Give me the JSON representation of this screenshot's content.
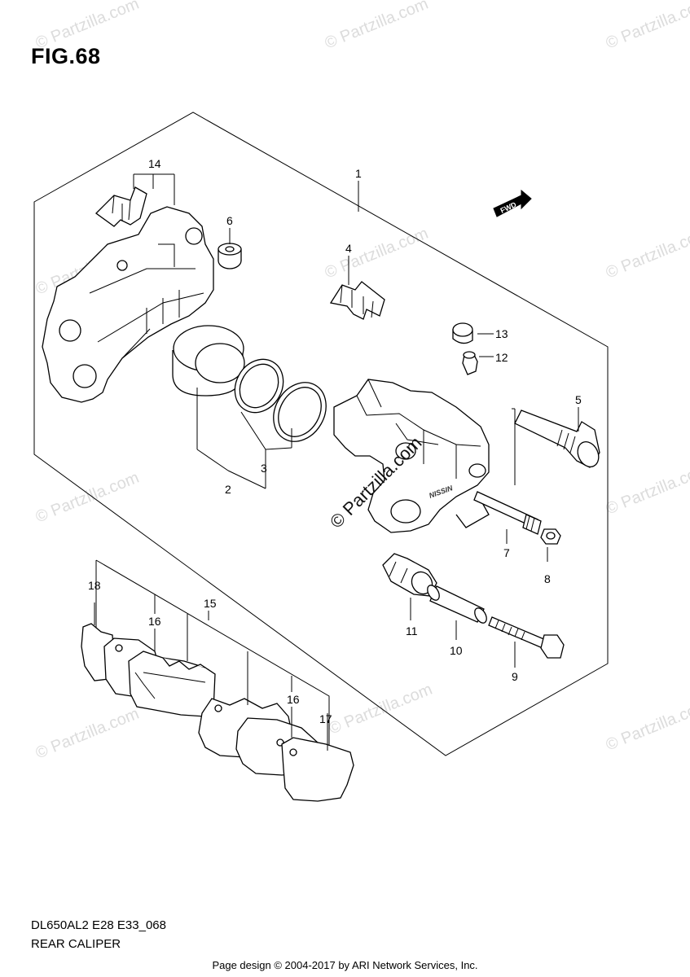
{
  "figure": {
    "title": "FIG.68",
    "model_code": "DL650AL2 E28 E33_068",
    "section_name": "REAR CALIPER"
  },
  "footer": {
    "text": "Page design © 2004-2017 by ARI Network Services, Inc."
  },
  "watermark": {
    "text": "© Partzilla.com"
  },
  "fwd_label": "FWD",
  "brand_mark": "NISSIN",
  "callouts": [
    "1",
    "2",
    "3",
    "4",
    "5",
    "6",
    "7",
    "8",
    "9",
    "10",
    "11",
    "12",
    "13",
    "14",
    "15",
    "16",
    "16",
    "17",
    "18"
  ]
}
